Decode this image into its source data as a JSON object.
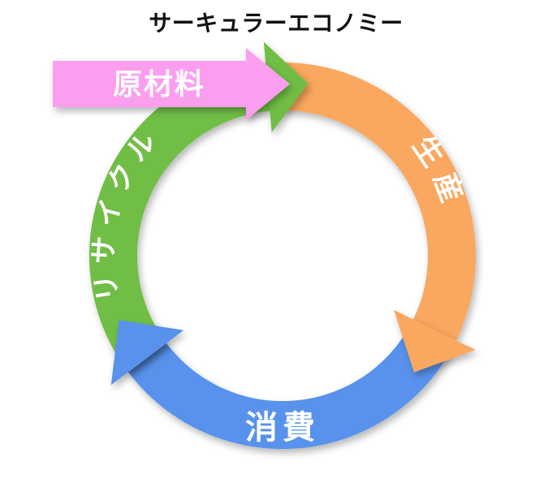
{
  "title": "サーキュラーエコノミー",
  "cycle": {
    "direction": "clockwise",
    "input_arrow": {
      "label": "原材料",
      "color": "#FC9EF0"
    },
    "stages": [
      {
        "id": "production",
        "label": "生産",
        "color": "#FAA75F",
        "position": "right"
      },
      {
        "id": "consumption",
        "label": "消費",
        "color": "#5892EC",
        "position": "bottom"
      },
      {
        "id": "recycle",
        "label": "リサイクル",
        "color": "#6FBE45",
        "position": "left"
      }
    ]
  },
  "colors": {
    "background": "#FFFFFF",
    "title_text": "#111111",
    "label_text": "#FFFFFF"
  }
}
